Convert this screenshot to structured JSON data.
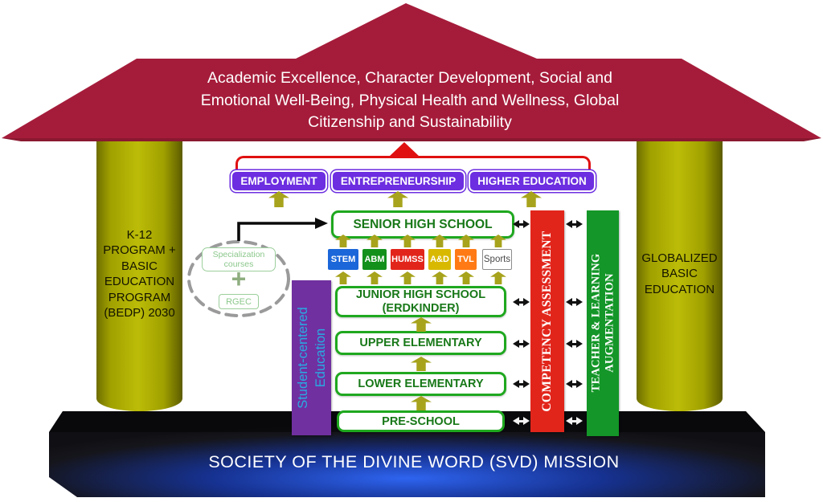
{
  "roof": {
    "text": "Academic Excellence, Character Development, Social and\nEmotional Well-Being, Physical Health and Wellness, Global\nCitizenship and Sustainability"
  },
  "columns": {
    "left": "K-12\nPROGRAM +\nBASIC\nEDUCATION\nPROGRAM\n(BEDP) 2030",
    "right": "GLOBALIZED\nBASIC\nEDUCATION"
  },
  "base": {
    "text": "SOCIETY OF THE DIVINE WORD (SVD) MISSION"
  },
  "pathways": [
    {
      "label": "EMPLOYMENT"
    },
    {
      "label": "ENTREPRENEURSHIP"
    },
    {
      "label": "HIGHER EDUCATION"
    }
  ],
  "levels": {
    "senior": {
      "label": "SENIOR HIGH SCHOOL"
    },
    "junior": {
      "label": "JUNIOR HIGH SCHOOL",
      "sublabel": "(ERDKINDER)"
    },
    "upper": {
      "label": "UPPER ELEMENTARY"
    },
    "lower": {
      "label": "LOWER ELEMENTARY"
    },
    "pre": {
      "label": "PRE-SCHOOL"
    }
  },
  "strands": [
    {
      "label": "STEM",
      "color": "#1B66D9"
    },
    {
      "label": "ABM",
      "color": "#13901B"
    },
    {
      "label": "HUMSS",
      "color": "#E2251B"
    },
    {
      "label": "A&D",
      "color": "#D9B900"
    },
    {
      "label": "TVL",
      "color": "#FF7A14"
    },
    {
      "label": "Sports",
      "color": "#FFFFFF"
    }
  ],
  "specialization": {
    "courses": "Specialization courses",
    "plus": "+",
    "rgec": "RGEC"
  },
  "pillars": {
    "student": "Student-centered\nEducation",
    "competency": "COMPETENCY ASSESSMENT",
    "teacher": "TEACHER & LEARNING\nAUGMENTATION"
  },
  "colors": {
    "roof": "#A51C3A",
    "column": "#A8A400",
    "pathway_box": "#6C2EE0",
    "level_border": "#1FA81F",
    "level_text": "#187818",
    "block_arrow": "#A7A31C",
    "competency_bar": "#E2251B",
    "teacher_bar": "#149628",
    "student_bar": "#7030A0",
    "student_text": "#29ABE2",
    "bracket": "#E01010",
    "base_glow": "#2E64F0"
  }
}
